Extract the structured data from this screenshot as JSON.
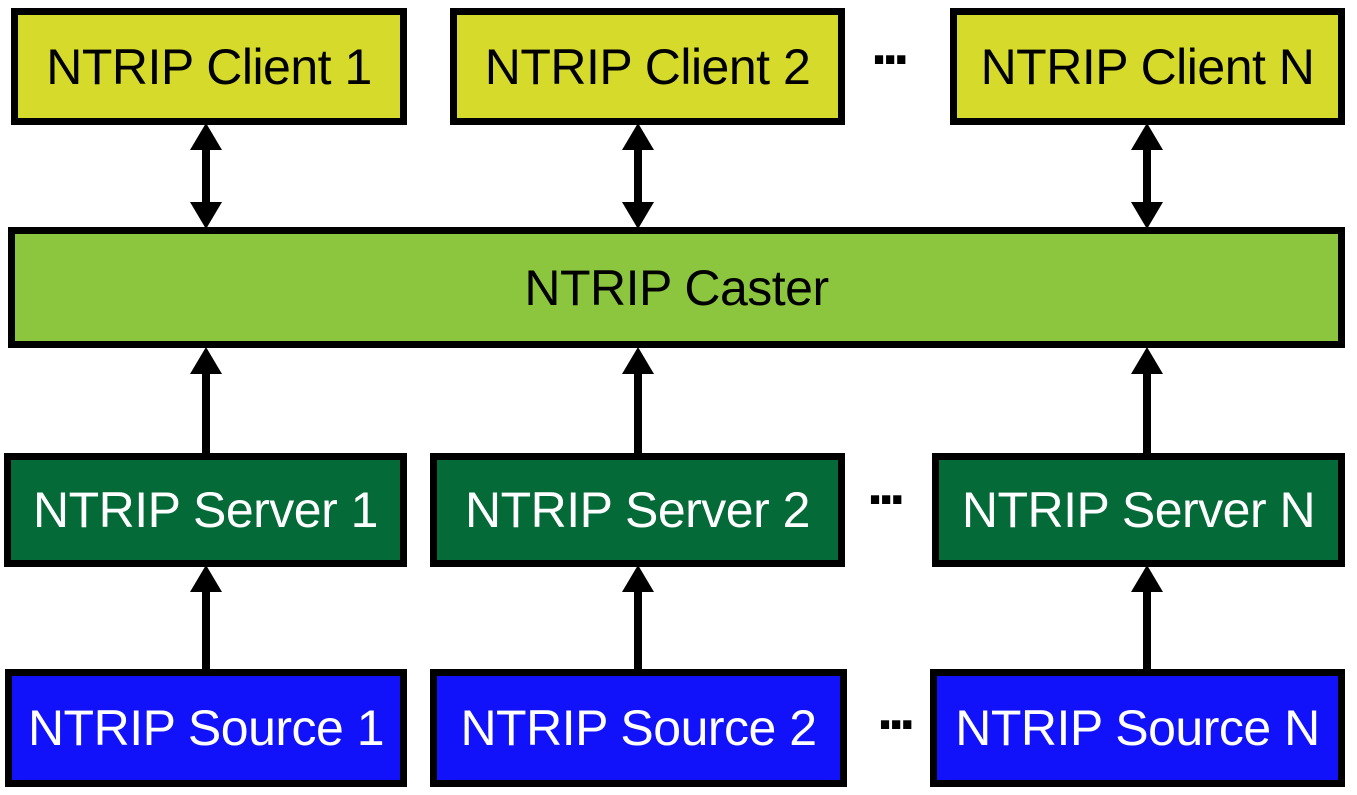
{
  "diagram": {
    "ellipsis": "...",
    "clients": {
      "items": [
        {
          "label": "NTRIP Client 1"
        },
        {
          "label": "NTRIP Client 2"
        },
        {
          "label": "NTRIP Client N"
        }
      ]
    },
    "caster": {
      "label": "NTRIP Caster"
    },
    "servers": {
      "items": [
        {
          "label": "NTRIP Server 1"
        },
        {
          "label": "NTRIP Server 2"
        },
        {
          "label": "NTRIP Server N"
        }
      ]
    },
    "sources": {
      "items": [
        {
          "label": "NTRIP Source 1"
        },
        {
          "label": "NTRIP Source 2"
        },
        {
          "label": "NTRIP Source N"
        }
      ]
    },
    "colors": {
      "client_fill": "#d5da2b",
      "caster_fill": "#8cc63f",
      "server_fill": "#046a38",
      "source_fill": "#1212fa",
      "border": "#000000",
      "client_text": "#000000",
      "caster_text": "#000000",
      "server_text": "#ffffff",
      "source_text": "#ffffff",
      "arrow": "#000000"
    }
  }
}
